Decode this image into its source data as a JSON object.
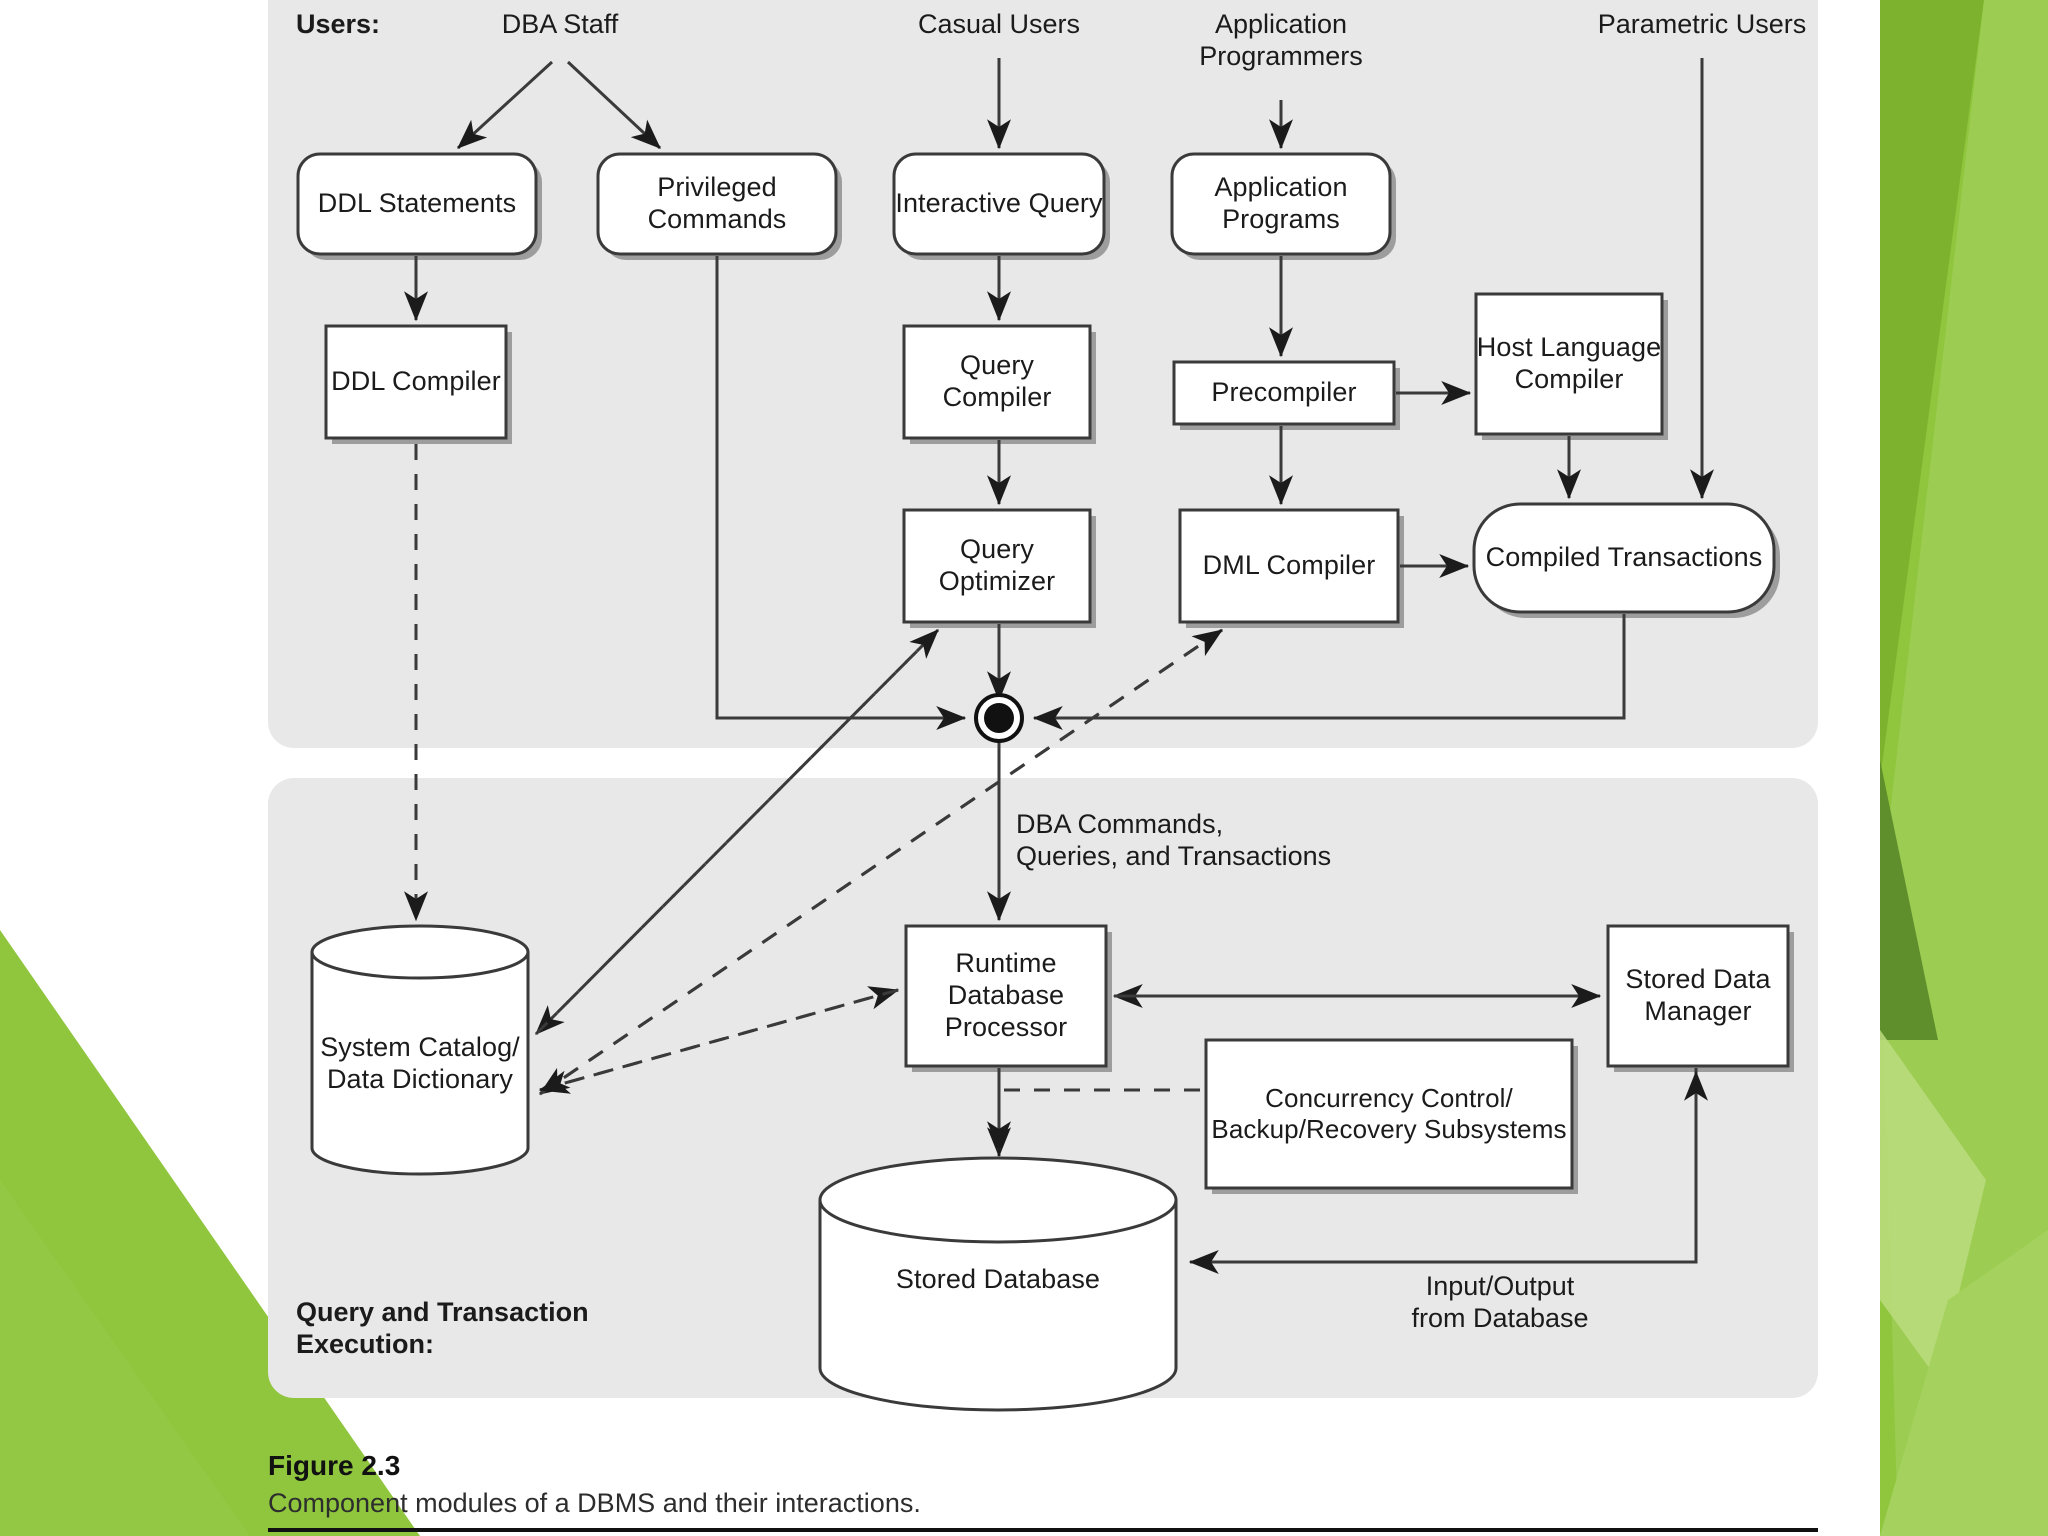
{
  "figure": {
    "number": "Figure 2.3",
    "description": "Component modules of a DBMS and their interactions."
  },
  "panels": {
    "top": {
      "section_label": "Users:"
    },
    "bottom": {
      "section_label": "Query and Transaction\nExecution:"
    }
  },
  "actors": [
    {
      "id": "dba-staff",
      "label": "DBA Staff"
    },
    {
      "id": "casual-users",
      "label": "Casual Users"
    },
    {
      "id": "application-programmers",
      "label": "Application\nProgrammers"
    },
    {
      "id": "parametric-users",
      "label": "Parametric Users"
    }
  ],
  "nodes": [
    {
      "id": "ddl-statements",
      "label": "DDL\nStatements",
      "shape": "rounded"
    },
    {
      "id": "privileged-commands",
      "label": "Privileged\nCommands",
      "shape": "rounded"
    },
    {
      "id": "interactive-query",
      "label": "Interactive\nQuery",
      "shape": "rounded"
    },
    {
      "id": "application-programs",
      "label": "Application\nPrograms",
      "shape": "rounded"
    },
    {
      "id": "ddl-compiler",
      "label": "DDL\nCompiler",
      "shape": "rect"
    },
    {
      "id": "query-compiler",
      "label": "Query\nCompiler",
      "shape": "rect"
    },
    {
      "id": "precompiler",
      "label": "Precompiler",
      "shape": "rect"
    },
    {
      "id": "host-language-compiler",
      "label": "Host\nLanguage\nCompiler",
      "shape": "rect"
    },
    {
      "id": "query-optimizer",
      "label": "Query\nOptimizer",
      "shape": "rect"
    },
    {
      "id": "dml-compiler",
      "label": "DML\nCompiler",
      "shape": "rect"
    },
    {
      "id": "compiled-transactions",
      "label": "Compiled\nTransactions",
      "shape": "rounded"
    },
    {
      "id": "system-catalog",
      "label": "System\nCatalog/\nData\nDictionary",
      "shape": "cylinder"
    },
    {
      "id": "runtime-database-processor",
      "label": "Runtime\nDatabase\nProcessor",
      "shape": "rect"
    },
    {
      "id": "stored-data-manager",
      "label": "Stored\nData\nManager",
      "shape": "rect"
    },
    {
      "id": "concurrency-control",
      "label": "Concurrency Control/\nBackup/Recovery\nSubsystems",
      "shape": "rect"
    },
    {
      "id": "stored-database",
      "label": "Stored Database",
      "shape": "cylinder"
    }
  ],
  "edge_labels": [
    {
      "id": "dba-commands",
      "label": "DBA Commands,\nQueries, and Transactions"
    },
    {
      "id": "input-output",
      "label": "Input/Output\nfrom Database"
    }
  ],
  "colors": {
    "panel_background": "#e8e8e8",
    "page_background": "#ffffff",
    "node_fill": "#ffffff",
    "node_stroke": "#3a3a3a",
    "shadow": "#9a9a9a",
    "text": "#1b1b1b",
    "accent_green": "#8fc63d",
    "accent_green_dark": "#76ad30",
    "accent_green_light": "#a9d25f"
  }
}
